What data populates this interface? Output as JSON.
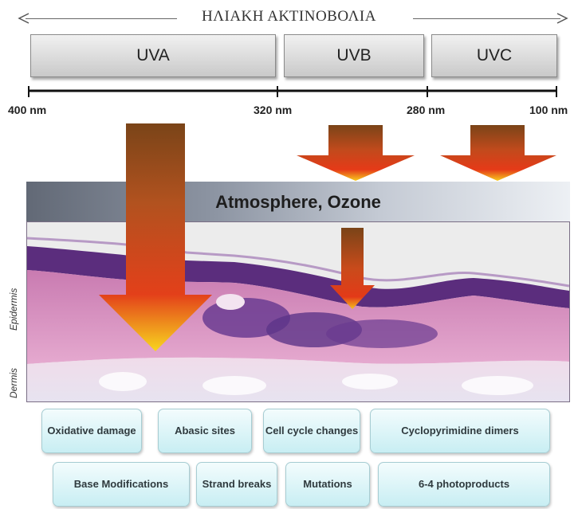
{
  "title": "ΗΛΙΑΚΗ ΑΚΤΙΝΟΒΟΛΙΑ",
  "bands": [
    {
      "label": "UVA"
    },
    {
      "label": "UVB"
    },
    {
      "label": "UVC"
    }
  ],
  "wavelengths": [
    "400 nm",
    "320 nm",
    "280 nm",
    "100 nm"
  ],
  "atmosphere": "Atmosphere, Ozone",
  "layers": {
    "epidermis": "Epidermis",
    "dermis": "Dermis"
  },
  "effects_row1": [
    "Oxidative damage",
    "Abasic sites",
    "Cell cycle changes",
    "Cyclopyrimidine dimers"
  ],
  "effects_row2": [
    "Base Modifications",
    "Strand breaks",
    "Mutations",
    "6-4 photoproducts"
  ],
  "colors": {
    "arrow_top": "#7a4418",
    "arrow_mid": "#e2401a",
    "arrow_tip": "#f7d21e",
    "effect_bg": "#c8eef3",
    "tissue_pink": "#d48bb8",
    "tissue_purple": "#5a2d7a"
  }
}
